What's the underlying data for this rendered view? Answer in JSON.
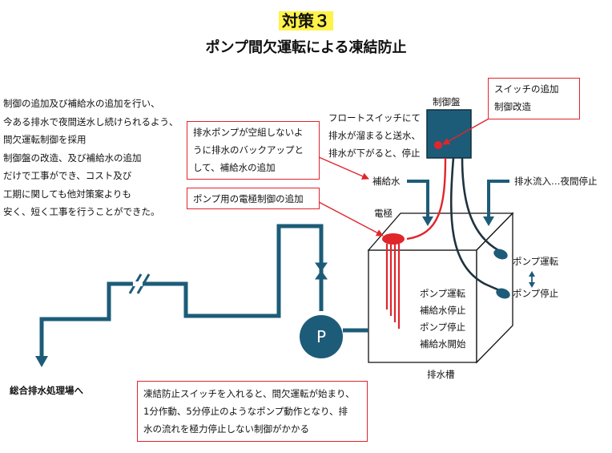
{
  "title": "対策３",
  "subtitle": "ポンプ間欠運転による凍結防止",
  "description_lines": [
    "制御の追加及び補給水の追加を行い、",
    "今ある排水で夜間送水し続けられるよう、",
    "間欠運転制御を採用",
    "制御盤の改造、及び補給水の追加",
    "だけで工事ができ、コスト及び",
    "工期に関しても他対策案よりも",
    "安く、短く工事を行うことができた。"
  ],
  "callouts": {
    "switch": [
      "スイッチの追加",
      "制御改造"
    ],
    "backup": [
      "排水ポンプが空組しないよ",
      "うに排水のバックアップと",
      "して、補給水の追加"
    ],
    "electrode": "ポンプ用の電極制御の追加",
    "bottom": [
      "凍結防止スイッチを入れると、間欠運転が始まり、",
      "1分作動、5分停止のようなポンプ動作となり、排",
      "水の流れを極力停止しない制御がかかる"
    ]
  },
  "float_note": [
    "フロートスイッチにて",
    "排水が溜まると送水、",
    "排水が下がると、停止"
  ],
  "labels": {
    "control_panel": "制御盤",
    "makeup_water": "補給水",
    "drain_inflow": "排水流入…夜間停止",
    "electrode": "電極",
    "pump_run": "ポンプ運転",
    "pump_stop": "ポンプ停止",
    "tank": "排水槽",
    "destination": "総合排水処理場へ",
    "pump_symbol": "P"
  },
  "tank_notes": [
    "ポンプ運転",
    "補給水停止",
    "ポンプ停止",
    "補給水開始"
  ],
  "colors": {
    "pipe": "#1d5c78",
    "accent": "#e0252b",
    "highlight": "#fff24a",
    "dark": "#1f3340"
  }
}
